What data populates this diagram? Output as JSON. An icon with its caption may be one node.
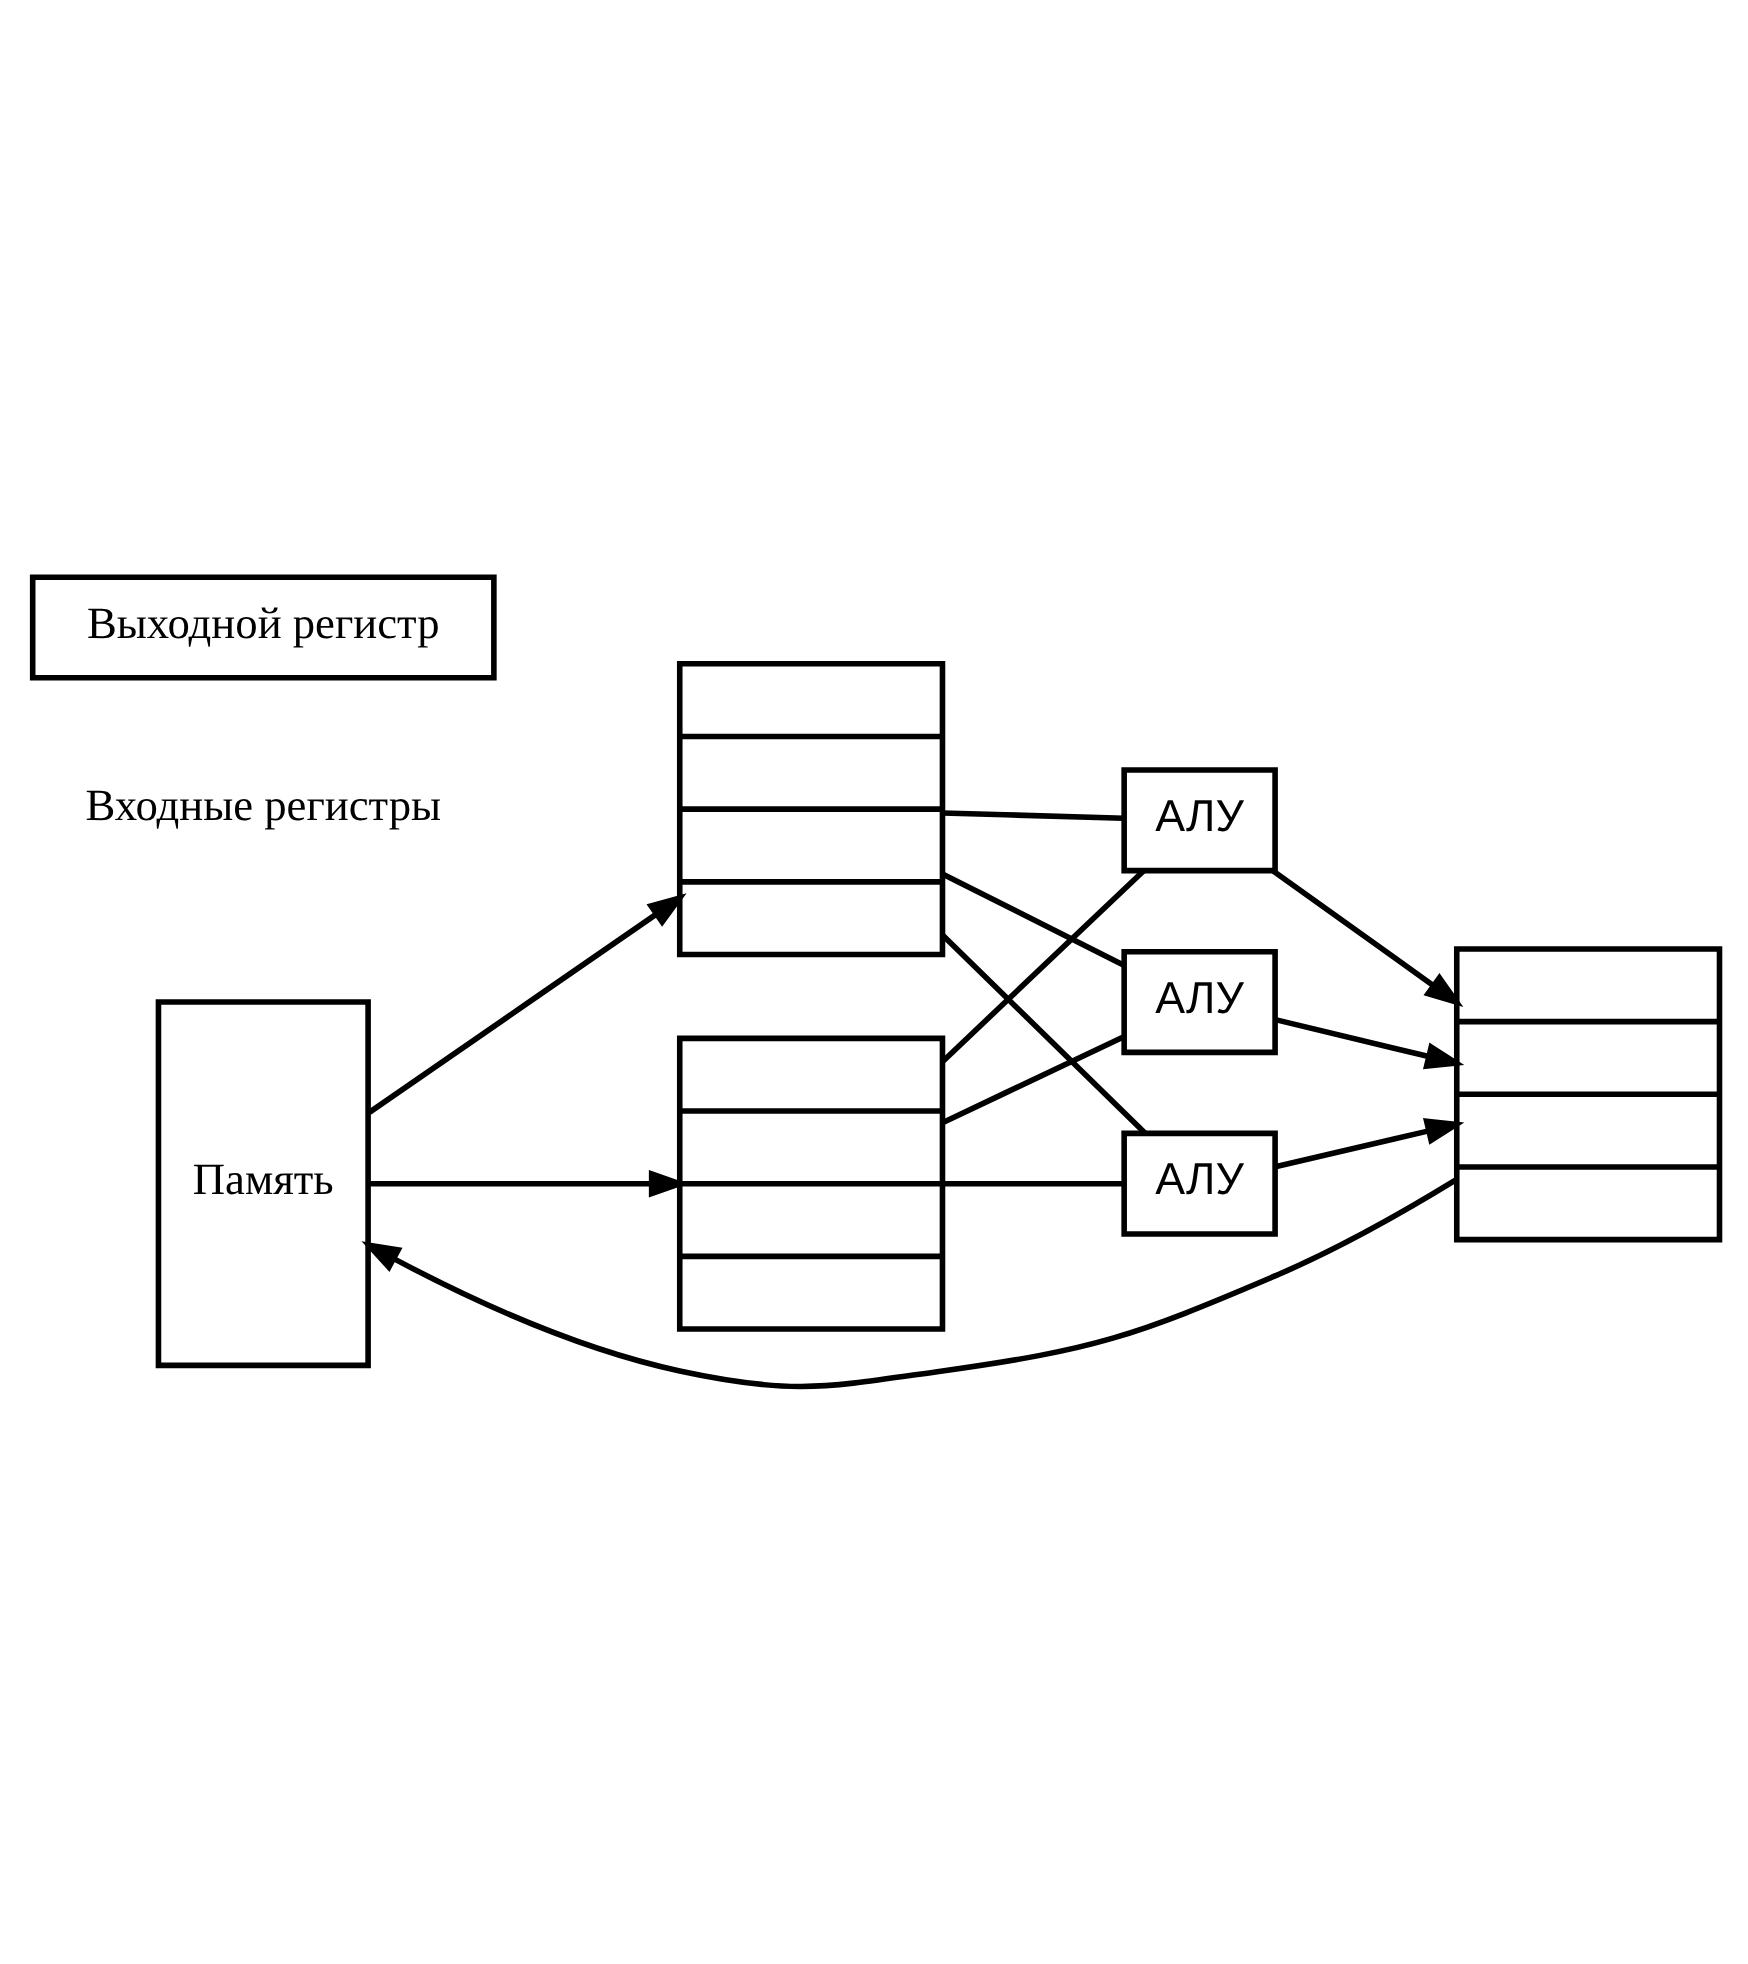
{
  "diagram": {
    "nodes": [
      {
        "text": [
          "Память"
        ]
      },
      {
        "text": [],
        "shape": "box"
      },
      {
        "text": [],
        "shape": "box"
      },
      {
        "text": [
          "АЛУ"
        ]
      },
      {
        "text": [
          "АЛУ"
        ]
      },
      {
        "text": [
          "АЛУ"
        ]
      },
      {
        "text": [],
        "shape": "box"
      },
      {
        "text": [
          "Выходной регистр"
        ]
      }
    ],
    "edges": [
      {
        "from": 0,
        "to": 1,
        "arrow": "to"
      },
      {
        "from": 0,
        "to": 2,
        "arrow": "to"
      },
      {
        "from": 1,
        "to": 3,
        "arrow": "none"
      },
      {
        "from": 1,
        "to": 4,
        "arrow": "none"
      },
      {
        "from": 1,
        "to": 5,
        "arrow": "none"
      },
      {
        "from": 2,
        "to": 3,
        "arrow": "none"
      },
      {
        "from": 2,
        "to": 4,
        "arrow": "none"
      },
      {
        "from": 2,
        "to": 5,
        "arrow": "none"
      },
      {
        "from": 3,
        "to": 6,
        "arrow": "to"
      },
      {
        "from": 4,
        "to": 6,
        "arrow": "to"
      },
      {
        "from": 5,
        "to": 6,
        "arrow": "to"
      },
      {
        "from": 6,
        "to": 0,
        "arrow": "to"
      }
    ],
    "labels": [
      "Входные регистры"
    ]
  }
}
